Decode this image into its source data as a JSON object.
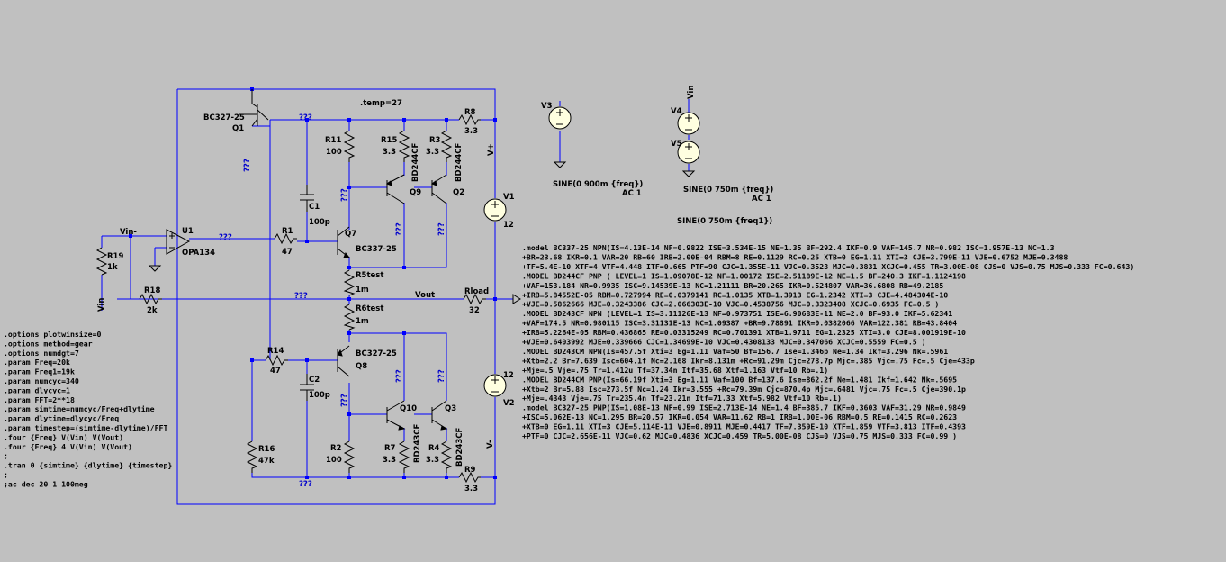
{
  "directives_left": [
    ".options plotwinsize=0",
    ".options method=gear",
    ".options numdgt=7",
    ".param Freq=20k",
    ".param Freq1=19k",
    ".param numcyc=340",
    ".param dlycyc=1",
    ".param FFT=2**18",
    ".param simtime=numcyc/Freq+dlytime",
    ".param dlytime=dlycyc/Freq",
    ".param timestep=(simtime-dlytime)/FFT",
    ".four {Freq} V(Vin) V(Vout)",
    ".four {Freq} 4 V(Vin) V(Vout)",
    ";",
    ".tran 0 {simtime} {dlytime} {timestep}",
    ";",
    ";ac dec 20 1 100meg"
  ],
  "models": [
    ".model BC337-25 NPN(IS=4.13E-14 NF=0.9822 ISE=3.534E-15 NE=1.35 BF=292.4 IKF=0.9 VAF=145.7 NR=0.982 ISC=1.957E-13 NC=1.3",
    "+BR=23.68 IKR=0.1 VAR=20 RB=60 IRB=2.00E-04 RBM=8 RE=0.1129 RC=0.25 XTB=0 EG=1.11 XTI=3 CJE=3.799E-11 VJE=0.6752 MJE=0.3488",
    "+TF=5.4E-10 XTF=4 VTF=4.448 ITF=0.665 PTF=90 CJC=1.355E-11 VJC=0.3523 MJC=0.3831 XCJC=0.455 TR=3.00E-08 CJS=0 VJS=0.75 MJS=0.333 FC=0.643)",
    ".MODEL BD244CF PNP ( LEVEL=1 IS=1.09078E-12 NF=1.00172 ISE=2.51189E-12 NE=1.5 BF=240.3 IKF=1.1124198",
    "+VAF=153.184 NR=0.9935 ISC=9.14539E-13 NC=1.21111 BR=20.265 IKR=0.524807 VAR=36.6808 RB=49.2185",
    "+IRB=5.84552E-05 RBM=0.727994 RE=0.0379141 RC=1.0135 XTB=1.3913 EG=1.2342 XTI=3 CJE=4.484304E-10",
    "+VJE=0.5862666 MJE=0.3243386 CJC=2.066303E-10 VJC=0.4538756 MJC=0.3323408 XCJC=0.6935 FC=0.5 )",
    ".MODEL BD243CF NPN (LEVEL=1 IS=3.11126E-13 NF=0.973751 ISE=6.90683E-11 NE=2.0 BF=93.0 IKF=5.62341",
    "+VAF=174.5 NR=0.980115 ISC=3.31131E-13 NC=1.09387 +BR=9.78891 IKR=0.0382066 VAR=122.381 RB=43.8404",
    "+IRB=5.2264E-05 RBM=0.436865 RE=0.03315249 RC=0.701391 XTB=1.9711 EG=1.2325 XTI=3.0 CJE=8.001919E-10",
    "+VJE=0.6403992 MJE=0.339666 CJC=1.34699E-10 VJC=0.4308133 MJC=0.347066 XCJC=0.5559 FC=0.5 )",
    ".MODEL BD243CM NPN(Is=457.5f Xti=3 Eg=1.11 Vaf=50 Bf=156.7 Ise=1.346p Ne=1.34 Ikf=3.296 Nk=.5961",
    "+Xtb=2.2 Br=7.639 Isc=604.1f Nc=2.168 Ikr=8.131m +Rc=91.29m Cjc=278.7p Mjc=.385 Vjc=.75 Fc=.5 Cje=433p",
    "+Mje=.5 Vje=.75 Tr=1.412u Tf=37.34n Itf=35.68 Xtf=1.163 Vtf=10 Rb=.1)",
    ".MODEL BD244CM PNP(Is=66.19f Xti=3 Eg=1.11 Vaf=100 Bf=137.6 Ise=862.2f Ne=1.481 Ikf=1.642 Nk=.5695",
    "+Xtb=2 Br=5.88 Isc=273.5f Nc=1.24 Ikr=3.555 +Rc=79.39m Cjc=870.4p Mjc=.6481 Vjc=.75 Fc=.5 Cje=390.1p",
    "+Mje=.4343 Vje=.75 Tr=235.4n Tf=23.21n Itf=71.33 Xtf=5.982 Vtf=10 Rb=.1)",
    ".model BC327-25 PNP(IS=1.08E-13 NF=0.99 ISE=2.713E-14 NE=1.4 BF=385.7 IKF=0.3603 VAF=31.29 NR=0.9849",
    "+ISC=5.062E-13 NC=1.295 BR=20.57 IKR=0.054 VAR=11.62 RB=1 IRB=1.00E-06 RBM=0.5 RE=0.1415 RC=0.2623",
    "+XTB=0 EG=1.11 XTI=3 CJE=5.114E-11 VJE=0.8911 MJE=0.4417 TF=7.359E-10 XTF=1.859 VTF=3.813 ITF=0.4393",
    "+PTF=0 CJC=2.656E-11 VJC=0.62 MJC=0.4836 XCJC=0.459 TR=5.00E-08 CJS=0 VJS=0.75 MJS=0.333 FC=0.99 )"
  ],
  "temp": ".temp=27",
  "parts": {
    "q1": "Q1",
    "q1_model": "BC327-25",
    "q7": "Q7",
    "q7_model": "BC337-25",
    "q8": "Q8",
    "q8_model": "BC327-25",
    "q9": "Q9",
    "q9_model": "BD244CF",
    "q2": "Q2",
    "q2_model": "BD244CF",
    "q10": "Q10",
    "q10_model": "BD243CF",
    "q3": "Q3",
    "q3_model": "BD243CF",
    "r11": "R11",
    "r11_val": "100",
    "r15": "R15",
    "r15_val": "3.3",
    "r3": "R3",
    "r3_val": "3.3",
    "r8": "R8",
    "r8_val": "3.3",
    "r1": "R1",
    "r1_val": "47",
    "r14": "R14",
    "r14_val": "47",
    "r2": "R2",
    "r2_val": "100",
    "r7": "R7",
    "r7_val": "3.3",
    "r4": "R4",
    "r4_val": "3.3",
    "r9": "R9",
    "r9_val": "3.3",
    "r16": "R16",
    "r16_val": "47k",
    "r18": "R18",
    "r18_val": "2k",
    "r19": "R19",
    "r19_val": "1k",
    "r5": "R5test",
    "r5_val": "1m",
    "r6": "R6test",
    "r6_val": "1m",
    "rload": "Rload",
    "rload_val": "32",
    "c1": "C1",
    "c1_val": "100p",
    "c2": "C2",
    "c2_val": "100p",
    "u1": "U1",
    "u1_model": "OPA134",
    "v1": "V1",
    "v1_val": "12",
    "v2": "V2",
    "v2_val": "12",
    "v3": "V3",
    "v3_val": "SINE(0 900m {freq})",
    "v3_ac": "AC 1",
    "v4": "V4",
    "v4_val": "SINE(0 750m {freq})",
    "v4_ac": "AC 1",
    "v5": "V5",
    "v5_val": "SINE(0 750m {freq1})"
  },
  "nets": {
    "unknown": "???",
    "vin_minus": "Vin-",
    "vin": "Vin",
    "vout": "Vout",
    "vplus": "V+",
    "vminus": "V-"
  }
}
